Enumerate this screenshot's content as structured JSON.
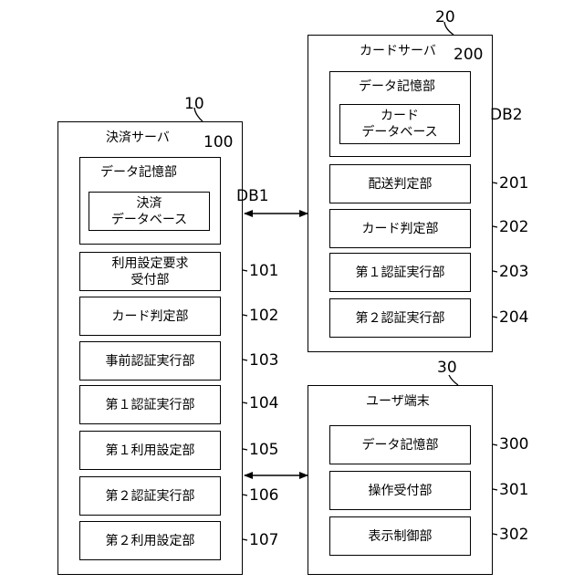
{
  "payment_server": {
    "ref": "10",
    "title": "決済サーバ",
    "storage": {
      "ref": "100",
      "label": "データ記憶部",
      "db_label": "決済\nデータベース",
      "db_ref": "DB1"
    },
    "units": [
      {
        "label": "利用設定要求\n受付部",
        "ref": "101"
      },
      {
        "label": "カード判定部",
        "ref": "102"
      },
      {
        "label": "事前認証実行部",
        "ref": "103"
      },
      {
        "label": "第１認証実行部",
        "ref": "104"
      },
      {
        "label": "第１利用設定部",
        "ref": "105"
      },
      {
        "label": "第２認証実行部",
        "ref": "106"
      },
      {
        "label": "第２利用設定部",
        "ref": "107"
      }
    ]
  },
  "card_server": {
    "ref": "20",
    "title": "カードサーバ",
    "storage": {
      "ref": "200",
      "label": "データ記憶部",
      "db_label": "カード\nデータベース",
      "db_ref": "DB2"
    },
    "units": [
      {
        "label": "配送判定部",
        "ref": "201"
      },
      {
        "label": "カード判定部",
        "ref": "202"
      },
      {
        "label": "第１認証実行部",
        "ref": "203"
      },
      {
        "label": "第２認証実行部",
        "ref": "204"
      }
    ]
  },
  "user_terminal": {
    "ref": "30",
    "title": "ユーザ端末",
    "units": [
      {
        "label": "データ記憶部",
        "ref": "300"
      },
      {
        "label": "操作受付部",
        "ref": "301"
      },
      {
        "label": "表示制御部",
        "ref": "302"
      }
    ]
  }
}
